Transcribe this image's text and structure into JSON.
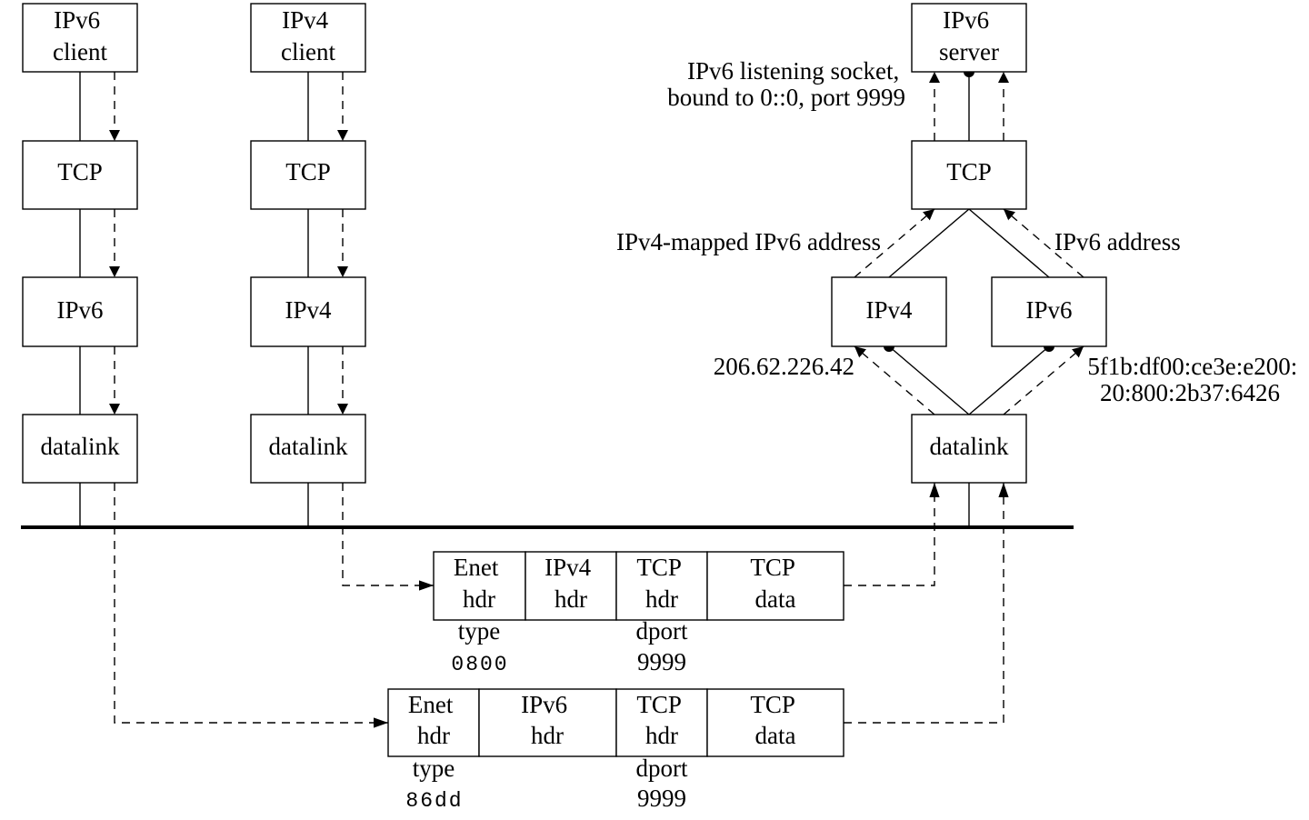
{
  "left_stacks": [
    {
      "top": "IPv6\nclient",
      "layers": [
        "TCP",
        "IPv6",
        "datalink"
      ]
    },
    {
      "top": "IPv4\nclient",
      "layers": [
        "TCP",
        "IPv4",
        "datalink"
      ]
    }
  ],
  "server": {
    "top": "IPv6\nserver",
    "tcp": "TCP",
    "ipv4": "IPv4",
    "ipv6": "IPv6",
    "datalink": "datalink"
  },
  "labels": {
    "listening_socket": "IPv6 listening socket,\nbound to 0::0, port 9999",
    "mapped": "IPv4-mapped IPv6 address",
    "ipv6_address": "IPv6 address",
    "ipv4_addr": "206.62.226.42",
    "ipv6_addr": "5f1b:df00:ce3e:e200:\n20:800:2b37:6426"
  },
  "packets": [
    {
      "cells": [
        "Enet\nhdr",
        "IPv4\nhdr",
        "TCP\nhdr",
        "TCP\ndata"
      ],
      "type_label": "type",
      "type_value": "0800",
      "dport_label": "dport",
      "dport_value": "9999"
    },
    {
      "cells": [
        "Enet\nhdr",
        "IPv6\nhdr",
        "TCP\nhdr",
        "TCP\ndata"
      ],
      "type_label": "type",
      "type_value": "86dd",
      "dport_label": "dport",
      "dport_value": "9999"
    }
  ]
}
